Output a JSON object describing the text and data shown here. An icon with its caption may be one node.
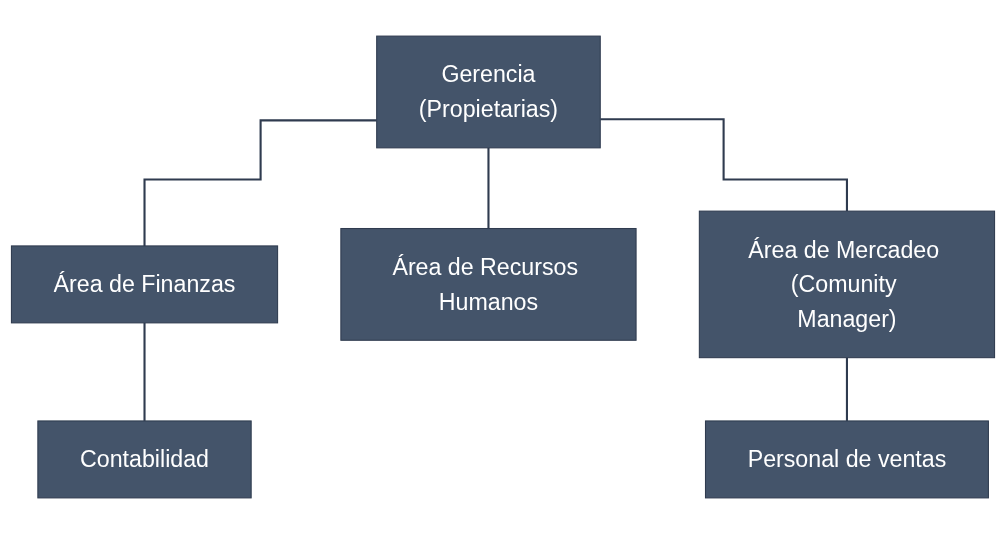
{
  "diagram": {
    "nodes": [
      {
        "text": [
          "Gerencia",
          "(Propietarias)"
        ]
      },
      {
        "text": [
          "Área de Finanzas"
        ]
      },
      {
        "text": [
          "Área de Recursos Humanos"
        ]
      },
      {
        "text": [
          "Área de Mercadeo (Comunity Manager)"
        ]
      },
      {
        "text": [
          "Contabilidad"
        ]
      },
      {
        "text": [
          "Personal de ventas"
        ]
      }
    ],
    "edges": [
      {
        "from": 0,
        "to": 1,
        "arrow": "none"
      },
      {
        "from": 0,
        "to": 2,
        "arrow": "none"
      },
      {
        "from": 0,
        "to": 3,
        "arrow": "none"
      },
      {
        "from": 1,
        "to": 4,
        "arrow": "none"
      },
      {
        "from": 3,
        "to": 5,
        "arrow": "none"
      }
    ]
  }
}
